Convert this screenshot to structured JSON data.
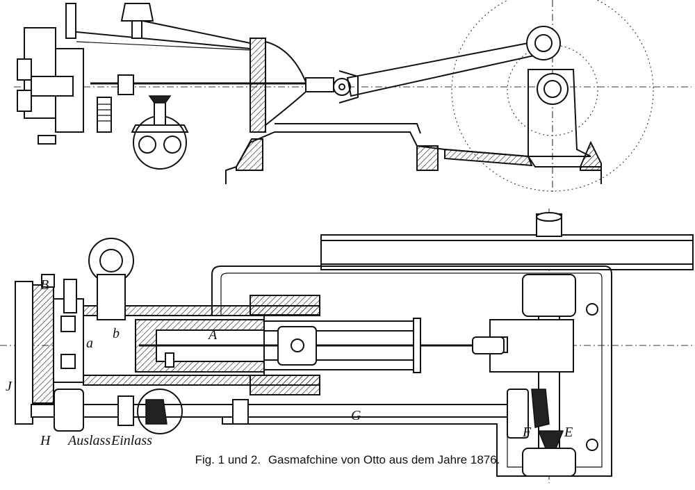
{
  "figure": {
    "caption_figs": "Fig. 1 und 2.",
    "caption_title": "Gasmafchine von Otto aus dem Jahre 1876."
  },
  "labels": {
    "A": "A",
    "B": "B",
    "a": "a",
    "b": "b",
    "J": "J",
    "H": "H",
    "G": "G",
    "F": "F",
    "E": "E",
    "auslass": "Auslass",
    "einlass": "Einlass"
  }
}
